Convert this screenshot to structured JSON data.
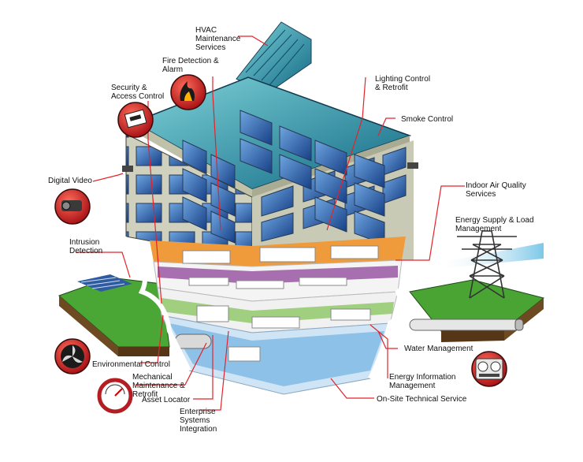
{
  "diagram": {
    "labels": {
      "hvac": "HVAC\nMaintenance\nServices",
      "fire": "Fire Detection &\nAlarm",
      "security": "Security &\nAccess Control",
      "lighting": "Lighting Control\n& Retrofit",
      "smoke": "Smoke Control",
      "digital_video": "Digital Video",
      "indoor_air": "Indoor Air Quality\nServices",
      "energy_supply": "Energy Supply & Load\nManagement",
      "intrusion": "Intrusion\nDetection",
      "water": "Water Management",
      "environmental": "Environmental Control",
      "energy_info": "Energy Information\nManagement",
      "mechanical": "Mechanical\nMaintenance &\nRetrofit",
      "asset": "Asset Locator",
      "onsite": "On-Site Technical Service",
      "enterprise": "Enterprise\nSystems\nIntegration"
    },
    "icons": [
      "fire-icon",
      "security-card-icon",
      "camera-icon",
      "fan-icon",
      "gauge-icon",
      "meter-icon",
      "transmission-tower-icon"
    ],
    "colors": {
      "callout_line": "#e3232a",
      "facade": "#cfd0bd",
      "window": "#1f5fa8",
      "roof": "#2a8fa0",
      "grass": "#3f9a2e",
      "soil": "#6e4a22",
      "floor_orange": "#ef9b3c",
      "floor_purple": "#a86fb0",
      "floor_green": "#9fcf7f",
      "floor_blue": "#8ec1e8"
    }
  }
}
